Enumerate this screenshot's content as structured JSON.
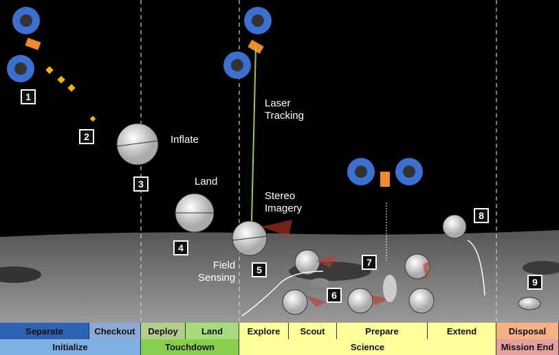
{
  "labels": {
    "inflate": "Inflate",
    "land": "Land",
    "laser": "Laser\nTracking",
    "stereo": "Stereo\nImagery",
    "field": "Field\nSensing"
  },
  "steps": [
    "1",
    "2",
    "3",
    "4",
    "5",
    "6",
    "7",
    "8",
    "9"
  ],
  "phases": [
    {
      "label": "Separate",
      "color": "#2e62b3"
    },
    {
      "label": "Checkout",
      "color": "#8aa9d6"
    },
    {
      "label": "Deploy",
      "color": "#b5cd8c"
    },
    {
      "label": "Land",
      "color": "#a9dc7d"
    },
    {
      "label": "Explore",
      "color": "#ffff99"
    },
    {
      "label": "Scout",
      "color": "#ffff99"
    },
    {
      "label": "Prepare",
      "color": "#ffff99"
    },
    {
      "label": "Extend",
      "color": "#ffff99"
    },
    {
      "label": "Disposal",
      "color": "#f4b183"
    }
  ],
  "stages": [
    {
      "label": "Initialize",
      "color": "#7eb0e6"
    },
    {
      "label": "Touchdown",
      "color": "#86cf4c"
    },
    {
      "label": "Science",
      "color": "#ffff99"
    },
    {
      "label": "Mission End",
      "color": "#e59f9f"
    }
  ]
}
